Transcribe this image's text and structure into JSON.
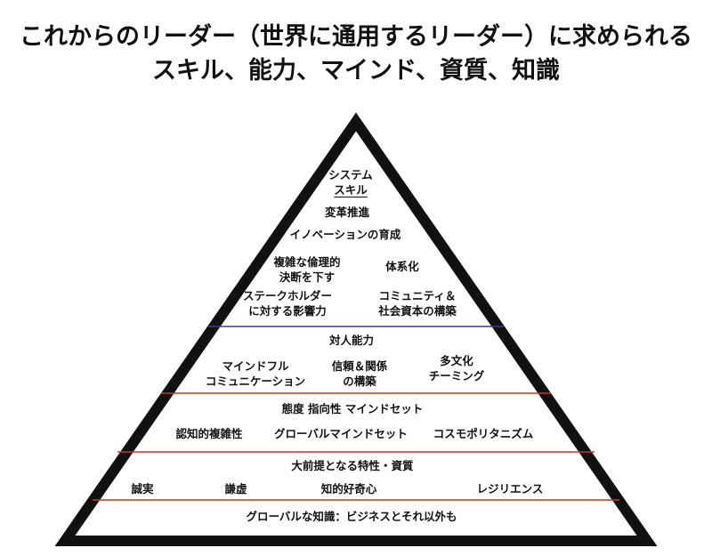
{
  "title": {
    "line1": "これからのリーダー（世界に通用するリーダー）に求められる",
    "line2": "スキル、能力、マインド、資質、知識"
  },
  "colors": {
    "outline": "#111111",
    "divider_top": "#3b3b8f",
    "divider_red": "#c0392b"
  },
  "tiers": {
    "system": {
      "heading1": "システム",
      "heading2": "スキル",
      "items": [
        "変革推進",
        "イノベーションの育成"
      ],
      "grid": {
        "complex_1": "複雑な倫理的",
        "complex_2": "決断を下す",
        "systemize": "体系化",
        "stakeholder_1": "ステークホルダー",
        "stakeholder_2": "に対する影響力",
        "community_1": "コミュニティ＆",
        "community_2": "社会資本の構築"
      }
    },
    "interpersonal": {
      "heading": "対人能力",
      "mindful_1": "マインドフル",
      "mindful_2": "コミュニケーション",
      "trust_1": "信頼＆関係",
      "trust_2": "の構築",
      "multi_1": "多文化",
      "multi_2": "チーミング"
    },
    "attitude": {
      "heading": "態度 指向性 マインドセット",
      "cognitive": "認知的複雑性",
      "global_mindset": "グローバルマインドセット",
      "cosmopolitanism": "コスモポリタニズム"
    },
    "traits": {
      "heading": "大前提となる特性・資質",
      "integrity": "誠実",
      "humility": "謙虚",
      "curiosity": "知的好奇心",
      "resilience": "レジリエンス"
    },
    "knowledge": {
      "heading": "グローバルな知識：ビジネスとそれ以外も"
    }
  }
}
